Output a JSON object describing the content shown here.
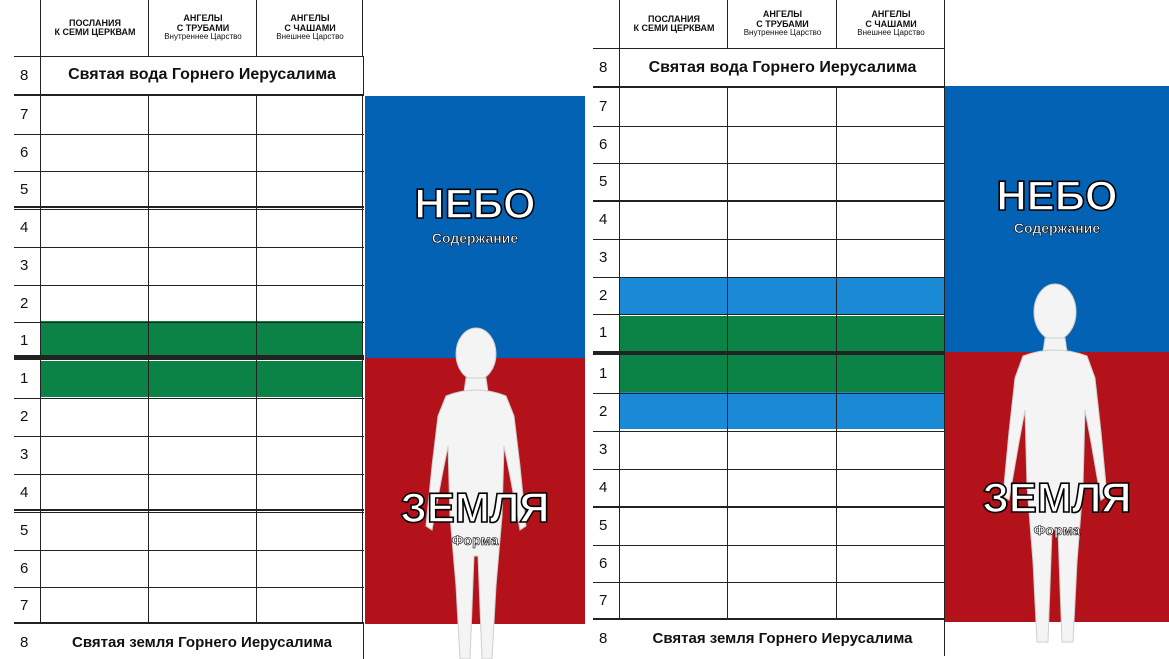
{
  "headers": [
    {
      "title_line1": "ПОСЛАНИЯ",
      "title_line2": "К СЕМИ ЦЕРКВАМ",
      "subtitle": ""
    },
    {
      "title_line1": "АНГЕЛЫ",
      "title_line2": "С ТРУБАМИ",
      "subtitle": "Внутреннее Царство"
    },
    {
      "title_line1": "АНГЕЛЫ",
      "title_line2": "С ЧАШАМИ",
      "subtitle": "Внешнее Царство"
    }
  ],
  "top_row": {
    "number": "8",
    "label": "Святая вода Горнего Иерусалима"
  },
  "bottom_row": {
    "number": "8",
    "label": "Святая земля Горнего Иерусалима"
  },
  "upper_numbers": [
    "7",
    "6",
    "5",
    "4",
    "3",
    "2",
    "1"
  ],
  "lower_numbers": [
    "1",
    "2",
    "3",
    "4",
    "5",
    "6",
    "7"
  ],
  "sky": {
    "title": "НЕБО",
    "subtitle": "Содержание"
  },
  "earth": {
    "title": "ЗЕМЛЯ",
    "subtitle": "Форма"
  },
  "colors": {
    "sky_blue": "#0462b4",
    "earth_red": "#b3121b",
    "highlight_green": "#0b8346",
    "highlight_light_blue": "#1b8ad6",
    "grid_line": "#222222"
  },
  "panels": [
    {
      "highlighted_upper": {
        "1": "green"
      },
      "highlighted_lower": {
        "1": "green"
      }
    },
    {
      "highlighted_upper": {
        "1": "green",
        "2": "light_blue"
      },
      "highlighted_lower": {
        "1": "green",
        "2": "light_blue"
      }
    }
  ]
}
